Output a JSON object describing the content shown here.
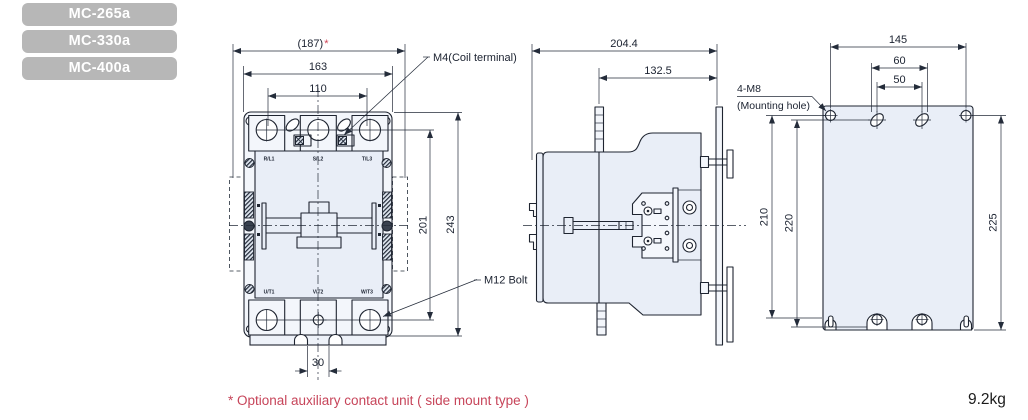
{
  "models": [
    {
      "label": "MC-265a"
    },
    {
      "label": "MC-330a"
    },
    {
      "label": "MC-400a"
    }
  ],
  "front": {
    "dim_overall": "(187)",
    "dim_star": "*",
    "dim_body": "163",
    "dim_terminal": "110",
    "dim_inner_height": "201",
    "dim_overall_height": "243",
    "dim_foot": "30",
    "label_coil": "M4(Coil terminal)",
    "label_bolt": "M12 Bolt",
    "terminals_top": [
      "R/L1",
      "S/L2",
      "T/L3"
    ],
    "terminals_bottom": [
      "U/T1",
      "V/T2",
      "W/T3"
    ]
  },
  "side": {
    "dim_depth": "204.4",
    "dim_mount": "132.5"
  },
  "back": {
    "dim_width": "145",
    "dim_slot_outer": "60",
    "dim_slot_inner": "50",
    "dim_v1": "210",
    "dim_v2": "220",
    "dim_v3": "225",
    "label_mount_1": "4-M8",
    "label_mount_2": "(Mounting hole)"
  },
  "footer": {
    "note": "* Optional auxiliary contact unit ( side mount type )",
    "weight": "9.2kg"
  },
  "colors": {
    "accent_red": "#c7455a",
    "line": "#1e2430",
    "body_fill": "#e9eef7",
    "badge_bg": "#b7b7b7"
  }
}
